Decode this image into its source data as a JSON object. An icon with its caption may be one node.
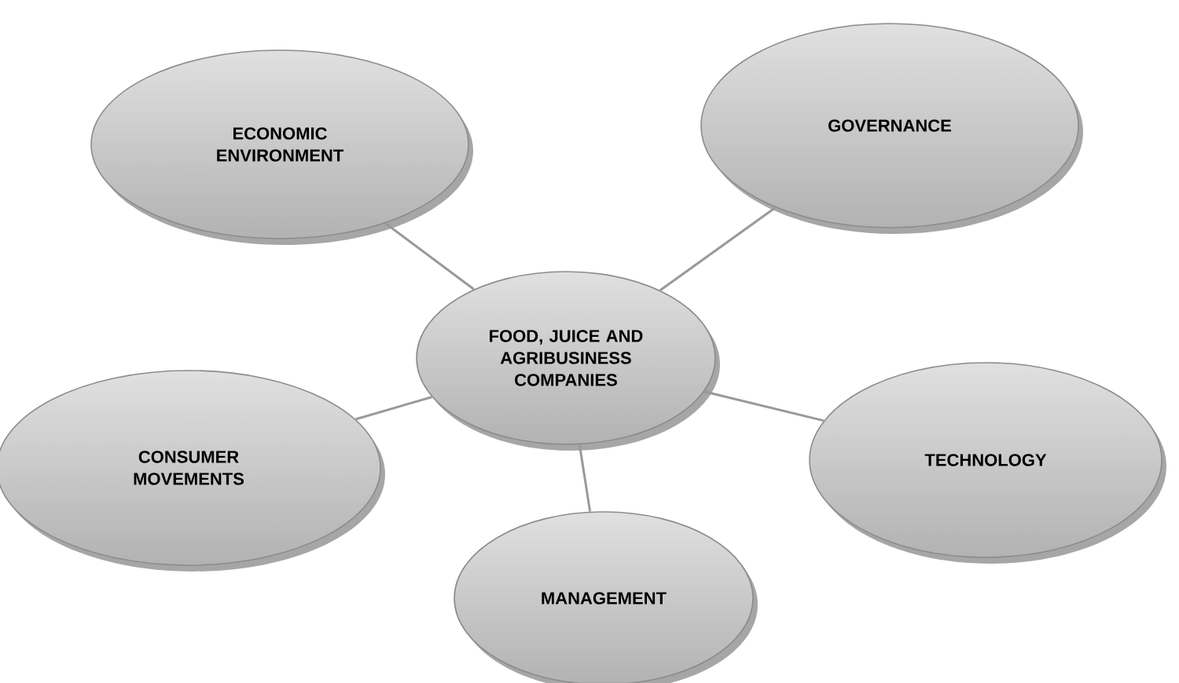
{
  "diagram": {
    "nodes": [
      {
        "text": [
          "ECONOMIC ENVIRONMENT"
        ]
      },
      {
        "text": [
          "GOVERNANCE"
        ]
      },
      {
        "text": [
          "FOOD, JUICE AND AGRIBUSINESS COMPANIES"
        ]
      },
      {
        "text": [
          "CONSUMER MOVEMENTS"
        ]
      },
      {
        "text": [
          "TECHNOLOGY"
        ]
      },
      {
        "text": [
          "MANAGEMENT"
        ]
      }
    ],
    "edges": [
      {
        "from": 2,
        "to": 0,
        "arrow": "none"
      },
      {
        "from": 2,
        "to": 1,
        "arrow": "none"
      },
      {
        "from": 2,
        "to": 3,
        "arrow": "none"
      },
      {
        "from": 2,
        "to": 4,
        "arrow": "none"
      },
      {
        "from": 2,
        "to": 5,
        "arrow": "none"
      }
    ]
  }
}
